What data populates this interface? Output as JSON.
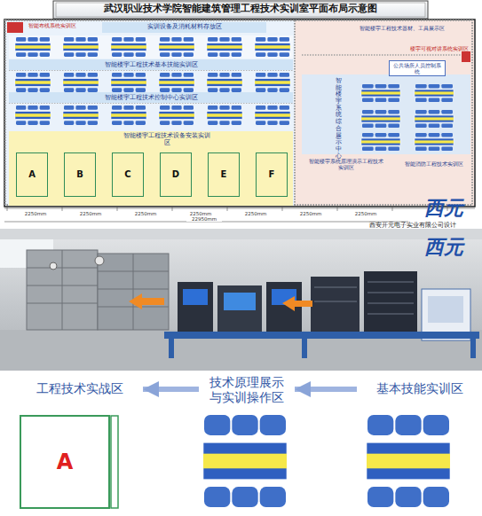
{
  "diagram": {
    "title": "武汉职业技术学院智能建筑管理工程技术实训室平面布局示意图",
    "nodes": [
      {
        "text": [
          "实训设备及消耗材料存放区"
        ]
      },
      {
        "text": [
          "智能楼宇工程技术基本技能实训区"
        ]
      },
      {
        "text": [
          "智能楼宇工程技术控制中心实训区"
        ]
      },
      {
        "text": [
          "智能楼宇工程技术设备安装实训区"
        ]
      },
      {
        "text": [
          "A"
        ],
        "in": 3
      },
      {
        "text": [
          "B"
        ],
        "in": 3
      },
      {
        "text": [
          "C"
        ],
        "in": 3
      },
      {
        "text": [
          "D"
        ],
        "in": 3
      },
      {
        "text": [
          "E"
        ],
        "in": 3
      },
      {
        "text": [
          "F"
        ],
        "in": 3
      },
      {
        "text": [
          "智能楼宇工程技术器材、工具展示区"
        ]
      },
      {
        "text": [
          "公共场所人员控制系统"
        ]
      },
      {
        "text": [
          "智能楼宇系统综合展示中心"
        ]
      },
      {
        "text": [
          "智能楼宇系统原理演示工程技术实训区"
        ]
      },
      {
        "text": [
          "智能消防工程技术实训区"
        ]
      },
      {
        "text": [
          "工程技术实战区"
        ]
      },
      {
        "text": [
          "技术原理展示与实训操作区"
        ]
      },
      {
        "text": [
          "基本技能实训区"
        ]
      },
      {
        "text": [
          "A"
        ]
      }
    ],
    "edges": [
      {
        "from": 17,
        "to": 16,
        "arrow": "to"
      },
      {
        "from": 16,
        "to": 15,
        "arrow": "to"
      }
    ],
    "labels": [
      "智能布线系统实训区",
      "楼宇可视对讲系统实训区",
      "2250mm",
      "2250mm",
      "2250mm",
      "2250mm",
      "2250mm",
      "2250mm",
      "2250mm",
      "22950mm",
      "西元",
      "西安开元电子实业有限公司设计",
      "西元"
    ]
  }
}
